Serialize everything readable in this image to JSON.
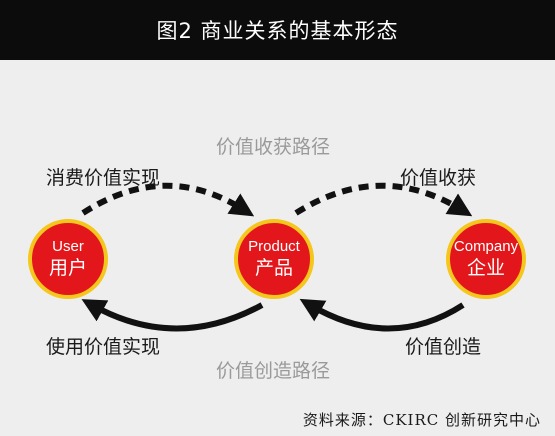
{
  "header": {
    "title": "图2 商业关系的基本形态"
  },
  "paths": {
    "top": "价值收获路径",
    "bottom": "价值创造路径"
  },
  "nodes": [
    {
      "en": "User",
      "zh": "用户"
    },
    {
      "en": "Product",
      "zh": "产品"
    },
    {
      "en": "Company",
      "zh": "企业"
    }
  ],
  "arrows": {
    "user_to_product": "消费价值实现",
    "product_to_company": "价值收获",
    "product_to_user": "使用价值实现",
    "company_to_product": "价值创造"
  },
  "source": "资料来源：CKIRC 创新研究中心",
  "colors": {
    "header_bg": "#0c0c0c",
    "node_fill": "#e3171b",
    "node_ring": "#f5c61c",
    "background": "#eeeeef",
    "path_label": "#9a9a9a"
  }
}
